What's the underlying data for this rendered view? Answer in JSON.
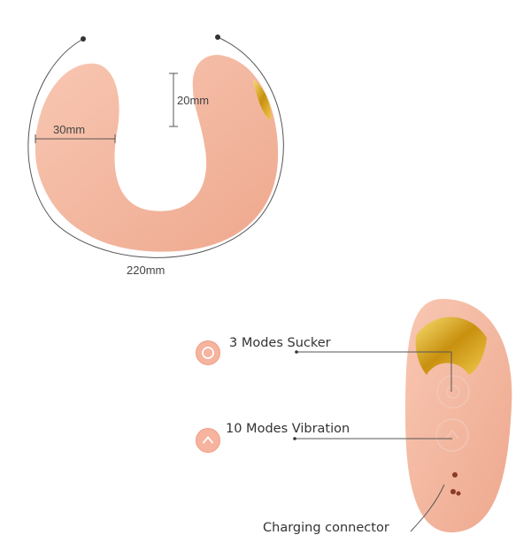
{
  "dimensions": {
    "total_length": "220mm",
    "arm_width": "30mm",
    "head_height": "20mm"
  },
  "callouts": {
    "sucker": {
      "label": "3 Modes Sucker",
      "icon": "circle-icon"
    },
    "vibration": {
      "label": "10 Modes Vibration",
      "icon": "chevron-up-icon"
    },
    "charging": {
      "label": "Charging connector"
    }
  },
  "colors": {
    "body": "#f5b9a1",
    "gold": "#d9a520",
    "icon_fill": "#f6b39e"
  }
}
